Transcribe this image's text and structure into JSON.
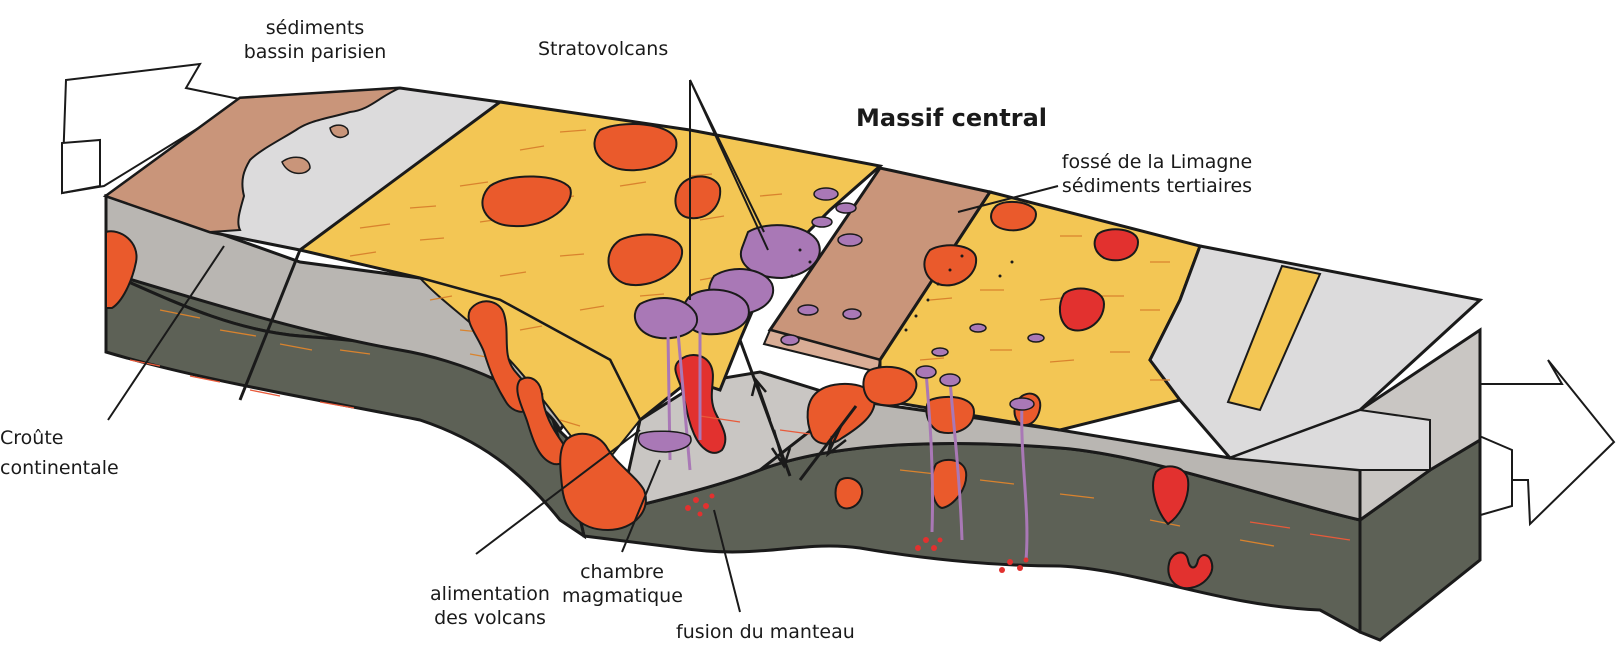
{
  "diagram": {
    "title": "Massif central",
    "labels": {
      "sediments_parisien": [
        "sédiments",
        "bassin parisien"
      ],
      "stratovolcans": "Stratovolcans",
      "limagne": [
        "fossé de la Limagne",
        "sédiments tertiaires"
      ],
      "croute": [
        "Croûte",
        "continentale"
      ],
      "alimentation": [
        "alimentation",
        "des volcans"
      ],
      "chambre": [
        "chambre",
        "magmatique"
      ],
      "fusion": "fusion du manteau"
    },
    "colors": {
      "mantle": "#5d6156",
      "crust": "#b9b6b2",
      "crust_light": "#c9c6c3",
      "granite_zone": "#f3c654",
      "grain_lines": "#d9832e",
      "sediment_brown": "#c9957a",
      "sediment_grey": "#dcdbdc",
      "magma_orange": "#ea5a2c",
      "magma_red": "#e2312f",
      "volcano_purple": "#a978b6",
      "arrow_fill": "#ffffff",
      "outline": "#1a1a1a"
    }
  }
}
